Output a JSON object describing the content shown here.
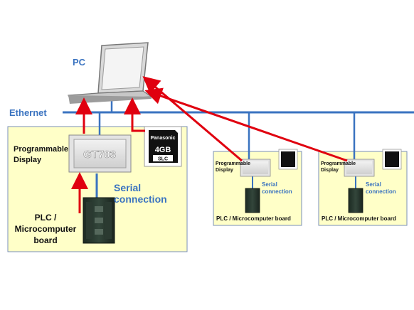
{
  "labels": {
    "pc": "PC",
    "ethernet": "Ethernet",
    "prog_display_line1": "Programmable",
    "prog_display_line2": "Display",
    "serial_line1": "Serial",
    "serial_line2": "connection",
    "plc_line1": "PLC /",
    "plc_line2": "Microcomputer",
    "plc_line3": "board",
    "small_prog_display_line1": "Programmable",
    "small_prog_display_line2": "Display",
    "small_serial_line1": "Serial",
    "small_serial_line2": "connection",
    "small_plc": "PLC / Microcomputer board"
  },
  "devices": {
    "display_model": "GT703",
    "sd_brand": "Panasonic",
    "sd_capacity": "4GB",
    "sd_type": "SLC"
  },
  "colors": {
    "ethernet_line": "#3a73c0",
    "arrow": "#e0000f",
    "panel_fill": "#ffffc8",
    "panel_border": "#7a8fb8",
    "label_blue": "#3a73c0"
  },
  "icons": [
    "laptop-icon",
    "programmable-display-icon",
    "sd-card-icon",
    "plc-module-icon"
  ]
}
